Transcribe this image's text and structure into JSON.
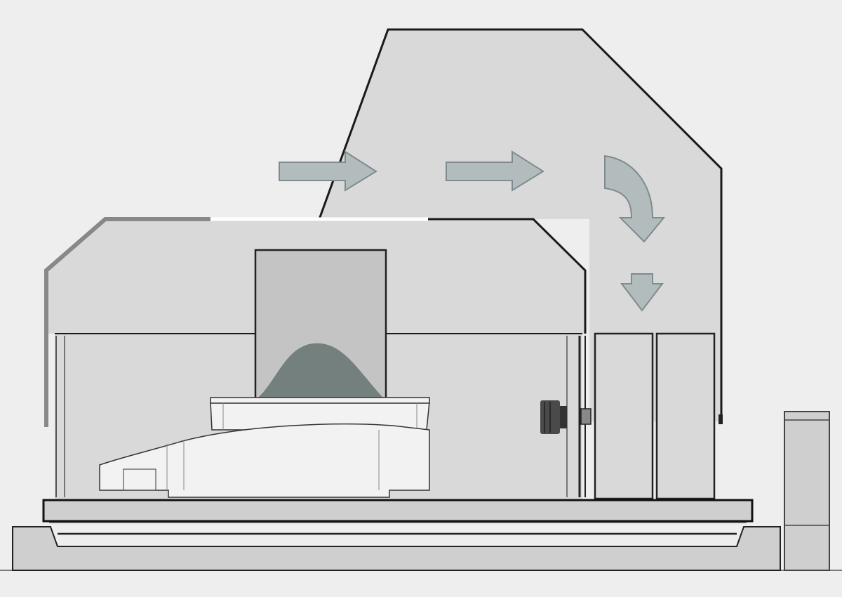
{
  "diagram": {
    "colors": {
      "background": "#eeeeee",
      "housing": "#d9d9d9",
      "housing_dark": "#c8c8c8",
      "outline": "#1a1a1a",
      "arrow_fill": "#b3bcbd",
      "arrow_stroke": "#7f8b8e",
      "powder": "#74807e",
      "container": "#c4c4c4",
      "instrument": "#f2f2f2",
      "base": "#cfcfcf",
      "knob": "#4a4a4a"
    },
    "airflow": {
      "direction_sequence": [
        "right",
        "right",
        "curve-down",
        "down"
      ]
    },
    "labels": []
  }
}
